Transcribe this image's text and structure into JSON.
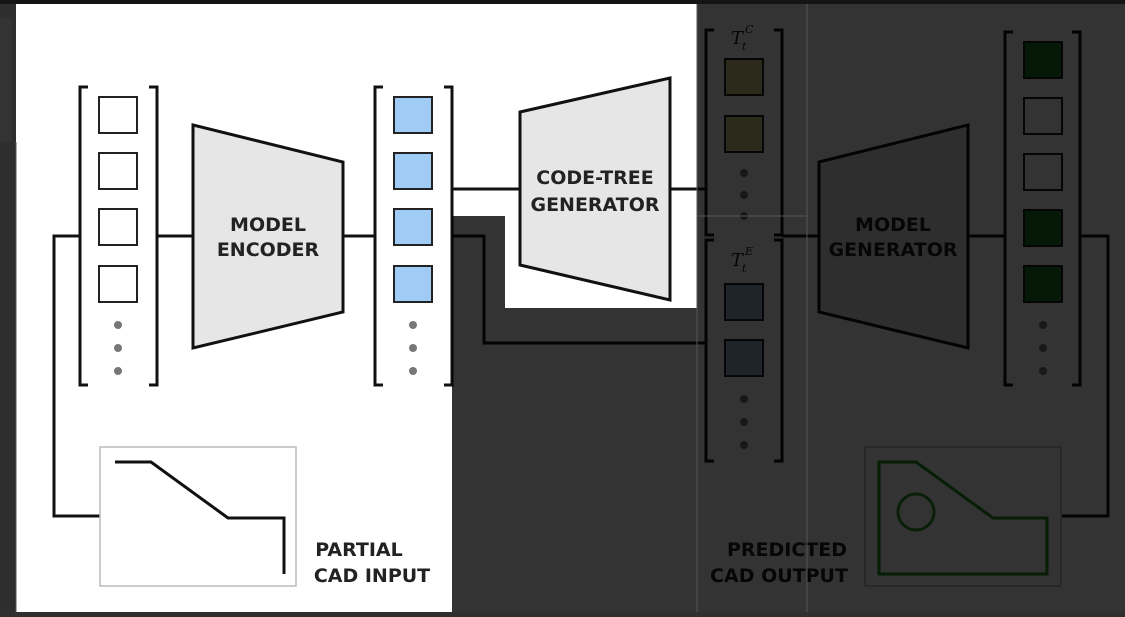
{
  "diagram": {
    "model_encoder": {
      "line1": "MODEL",
      "line2": "ENCODER"
    },
    "code_tree_generator": {
      "line1": "CODE-TREE",
      "line2": "GENERATOR"
    },
    "model_generator": {
      "line1": "MODEL",
      "line2": "GENERATOR"
    },
    "tc_label": {
      "base": "T",
      "sub": "t",
      "sup": "C"
    },
    "te_label": {
      "base": "T",
      "sub": "t",
      "sup": "E"
    },
    "partial_input": {
      "line1": "PARTIAL",
      "line2": "CAD INPUT"
    },
    "predicted_output": {
      "line1": "PREDICTED",
      "line2": "CAD OUTPUT"
    }
  },
  "colors": {
    "light_blue_token": "#9fcbf5",
    "olive_token": "#d9d089",
    "slate_token": "#9cb2d2",
    "green_token": "#1f7a1f",
    "block_fill": "#e6e6e6",
    "circle_green": "#2e9a2e"
  }
}
